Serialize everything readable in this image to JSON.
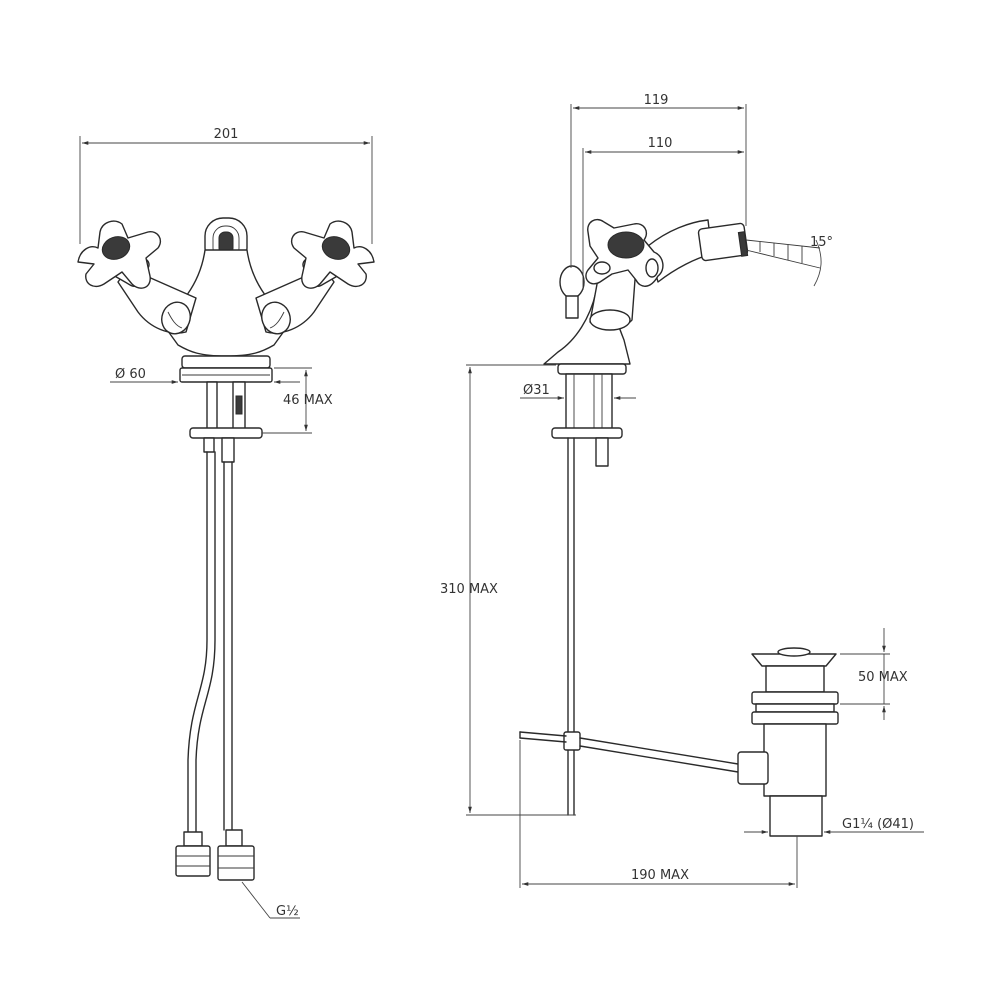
{
  "dimensions": {
    "front": {
      "width": "201",
      "base_diameter": "Ø 60",
      "max_thickness": "46 MAX",
      "inlet_thread": "G½"
    },
    "side": {
      "overall_depth": "119",
      "spout_reach": "110",
      "spray_angle": "15°",
      "base_diameter": "Ø31",
      "max_length": "310 MAX",
      "waste_max": "50 MAX",
      "waste_thread": "G1¼ (Ø41)",
      "rod_length": "190 MAX"
    }
  },
  "colors": {
    "line": "#2a2a2a",
    "background": "#ffffff"
  }
}
